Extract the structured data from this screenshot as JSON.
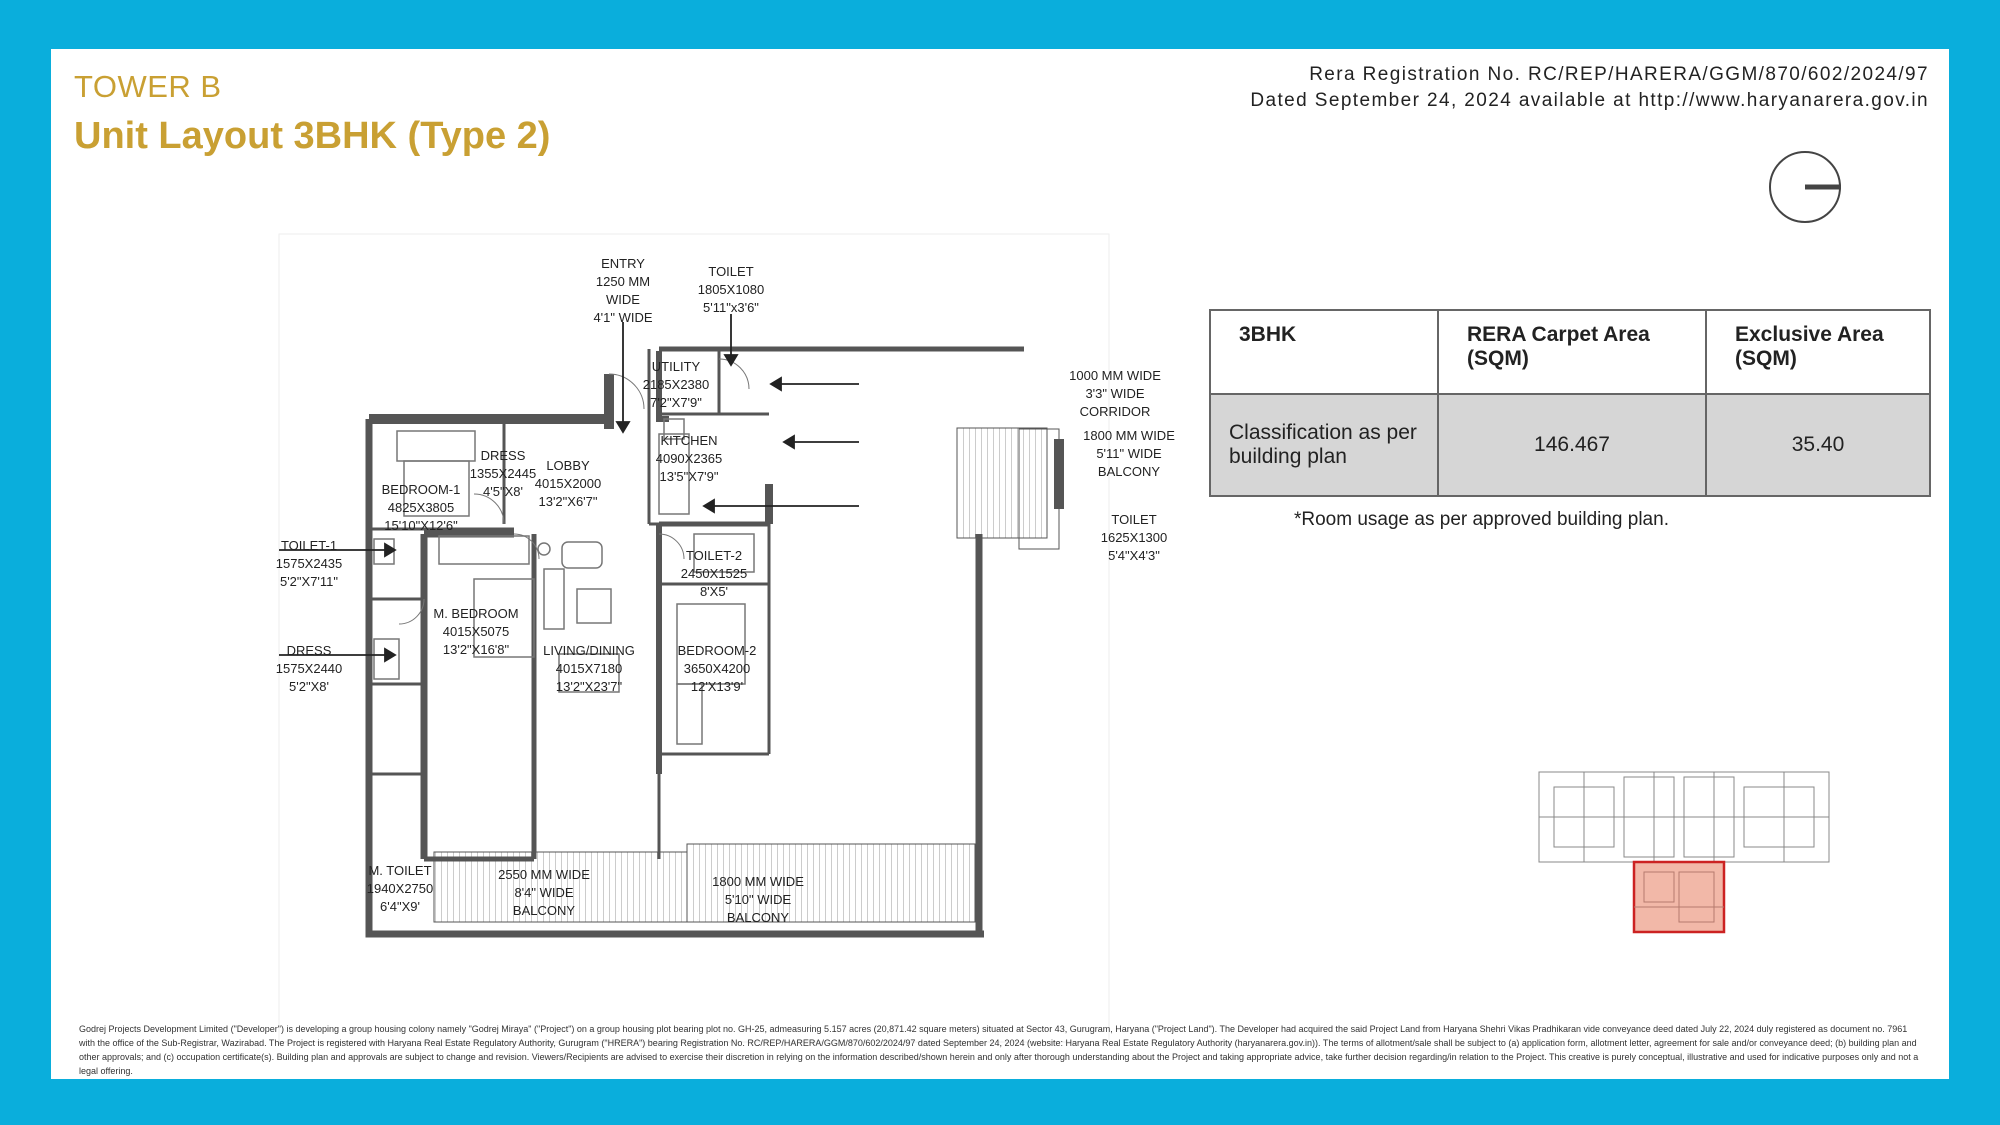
{
  "header": {
    "tower": "TOWER B",
    "title": "Unit Layout 3BHK (Type 2)",
    "rera_line1": "Rera Registration No. RC/REP/HARERA/GGM/870/602/2024/97",
    "rera_line2": "Dated September 24, 2024 available at http://www.haryanarera.gov.in"
  },
  "compass_icon": "compass-icon",
  "area_table": {
    "headers": [
      "3BHK",
      "RERA Carpet Area (SQM)",
      "Exclusive Area (SQM)"
    ],
    "row": {
      "label": "Classification as per building plan",
      "carpet": "146.467",
      "exclusive": "35.40"
    }
  },
  "note": "*Room usage as per approved building plan.",
  "floor_plan": {
    "labels": {
      "entry": [
        "ENTRY",
        "1250 MM",
        "WIDE",
        "4'1\" WIDE"
      ],
      "toilet_top": [
        "TOILET",
        "1805X1080",
        "5'11\"x3'6\""
      ],
      "utility": [
        "UTILITY",
        "2185X2380",
        "7'2\"X7'9\""
      ],
      "corridor": [
        "1000 MM WIDE",
        "3'3\" WIDE",
        "CORRIDOR"
      ],
      "kitchen": [
        "KITCHEN",
        "4090X2365",
        "13'5\"X7'9\""
      ],
      "balcony_right": [
        "1800 MM WIDE",
        "5'11\" WIDE",
        "BALCONY"
      ],
      "dress_top": [
        "DRESS",
        "1355X2445",
        "4'5\"X8'"
      ],
      "lobby": [
        "LOBBY",
        "4015X2000",
        "13'2\"X6'7\""
      ],
      "bedroom1": [
        "BEDROOM-1",
        "4825X3805",
        "15'10\"X12'6\""
      ],
      "toilet_right": [
        "TOILET",
        "1625X1300",
        "5'4\"X4'3\""
      ],
      "toilet1": [
        "TOILET-1",
        "1575X2435",
        "5'2\"X7'11\""
      ],
      "toilet2": [
        "TOILET-2",
        "2450X1525",
        "8'X5'"
      ],
      "mbedroom": [
        "M. BEDROOM",
        "4015X5075",
        "13'2\"X16'8\""
      ],
      "living": [
        "LIVING/DINING",
        "4015X7180",
        "13'2\"X23'7\""
      ],
      "bedroom2": [
        "BEDROOM-2",
        "3650X4200",
        "12'X13'9'"
      ],
      "dress_left": [
        "DRESS",
        "1575X2440",
        "5'2\"X8'"
      ],
      "mtoilet": [
        "M. TOILET",
        "1940X2750",
        "6'4\"X9'"
      ],
      "balcony_main": [
        "2550 MM WIDE",
        "8'4\" WIDE",
        "BALCONY"
      ],
      "balcony_bottom": [
        "1800 MM WIDE",
        "5'10\" WIDE",
        "BALCONY"
      ]
    }
  },
  "key_plan_icon": "key-plan-icon",
  "colors": {
    "background": "#0aaedc",
    "gold": "#c9a033",
    "highlight": "#e06a50"
  },
  "disclaimer": "Godrej Projects Development Limited (\"Developer\") is developing a group housing colony namely \"Godrej Miraya\" (\"Project\") on a group housing plot bearing plot no. GH-25, admeasuring 5.157 acres (20,871.42 square meters) situated at Sector 43, Gurugram, Haryana (\"Project Land\"). The Developer had acquired the said Project Land from Haryana Shehri Vikas Pradhikaran vide conveyance deed dated July 22, 2024 duly registered as document no. 7961 with the office of the Sub-Registrar, Wazirabad. The Project is registered with Haryana Real Estate Regulatory Authority, Gurugram (\"HRERA\") bearing Registration No. RC/REP/HARERA/GGM/870/602/2024/97 dated September 24, 2024 (website: Haryana Real Estate Regulatory Authority (haryanarera.gov.in)). The terms of allotment/sale shall be subject to (a) application form, allotment letter, agreement for sale and/or conveyance deed; (b) building plan and other approvals; and (c) occupation certificate(s). Building plan and approvals are subject to change and revision. Viewers/Recipients are advised to exercise their discretion in relying on the information described/shown herein and only after thorough understanding about the Project and taking appropriate advice, take further decision regarding/in relation to the Project. This creative is purely conceptual, illustrative and used for indicative purposes only and not a legal offering."
}
